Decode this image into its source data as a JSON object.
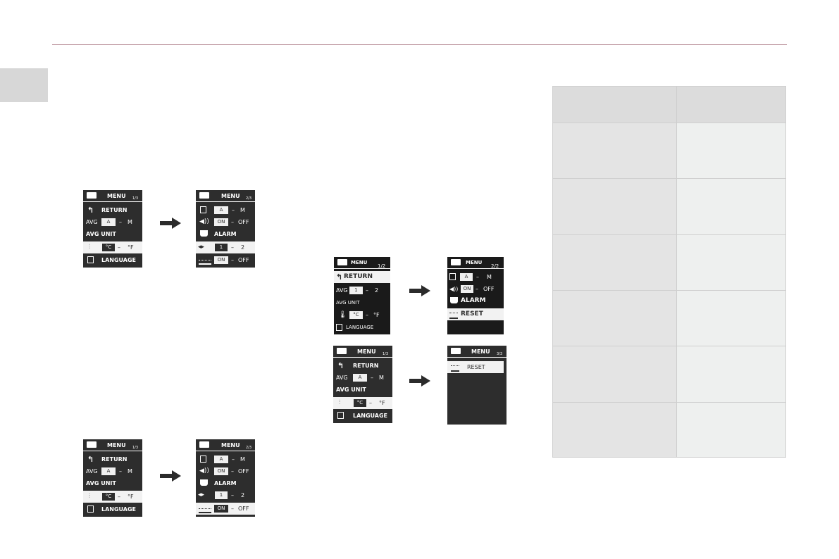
{
  "screens": {
    "menu_title": "MENU",
    "page_1_3": "1/3",
    "page_2_3": "2/3",
    "page_3_3": "3/3",
    "page_1_2": "1/2",
    "page_2_2": "2/2",
    "return": "RETURN",
    "avg": "AVG",
    "avg_a": "A",
    "avg_m": "M",
    "avg_1": "1",
    "avg_2": "2",
    "dash": "–",
    "avg_unit": "AVG UNIT",
    "celsius": "°C",
    "fahrenheit": "°F",
    "language": "LANGUAGE",
    "on": "ON",
    "off": "OFF",
    "alarm": "ALARM",
    "one": "1",
    "two": "2",
    "reset": "RESET"
  },
  "colors": {
    "screen_bg": "#2d2d2d",
    "rule": "#b58a93",
    "table_header": "#dcdcdc"
  }
}
